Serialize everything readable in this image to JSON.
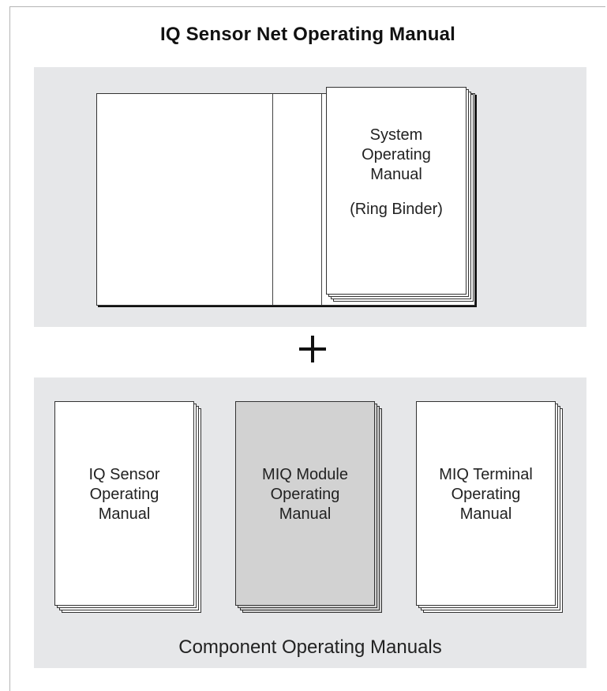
{
  "title": "IQ Sensor Net Operating Manual",
  "system_manual": {
    "lines": [
      "System",
      "Operating",
      "Manual"
    ],
    "subtitle": "(Ring Binder)"
  },
  "plus_symbol": "+",
  "component_manuals": [
    {
      "lines": [
        "IQ Sensor",
        "Operating",
        "Manual"
      ],
      "highlighted": false
    },
    {
      "lines": [
        "MIQ Module",
        "Operating",
        "Manual"
      ],
      "highlighted": true
    },
    {
      "lines": [
        "MIQ Terminal",
        "Operating",
        "Manual"
      ],
      "highlighted": false
    }
  ],
  "caption": "Component Operating Manuals",
  "colors": {
    "panel": "#e6e7e9",
    "highlight_sheet": "#d2d2d2",
    "sheet": "#ffffff"
  }
}
